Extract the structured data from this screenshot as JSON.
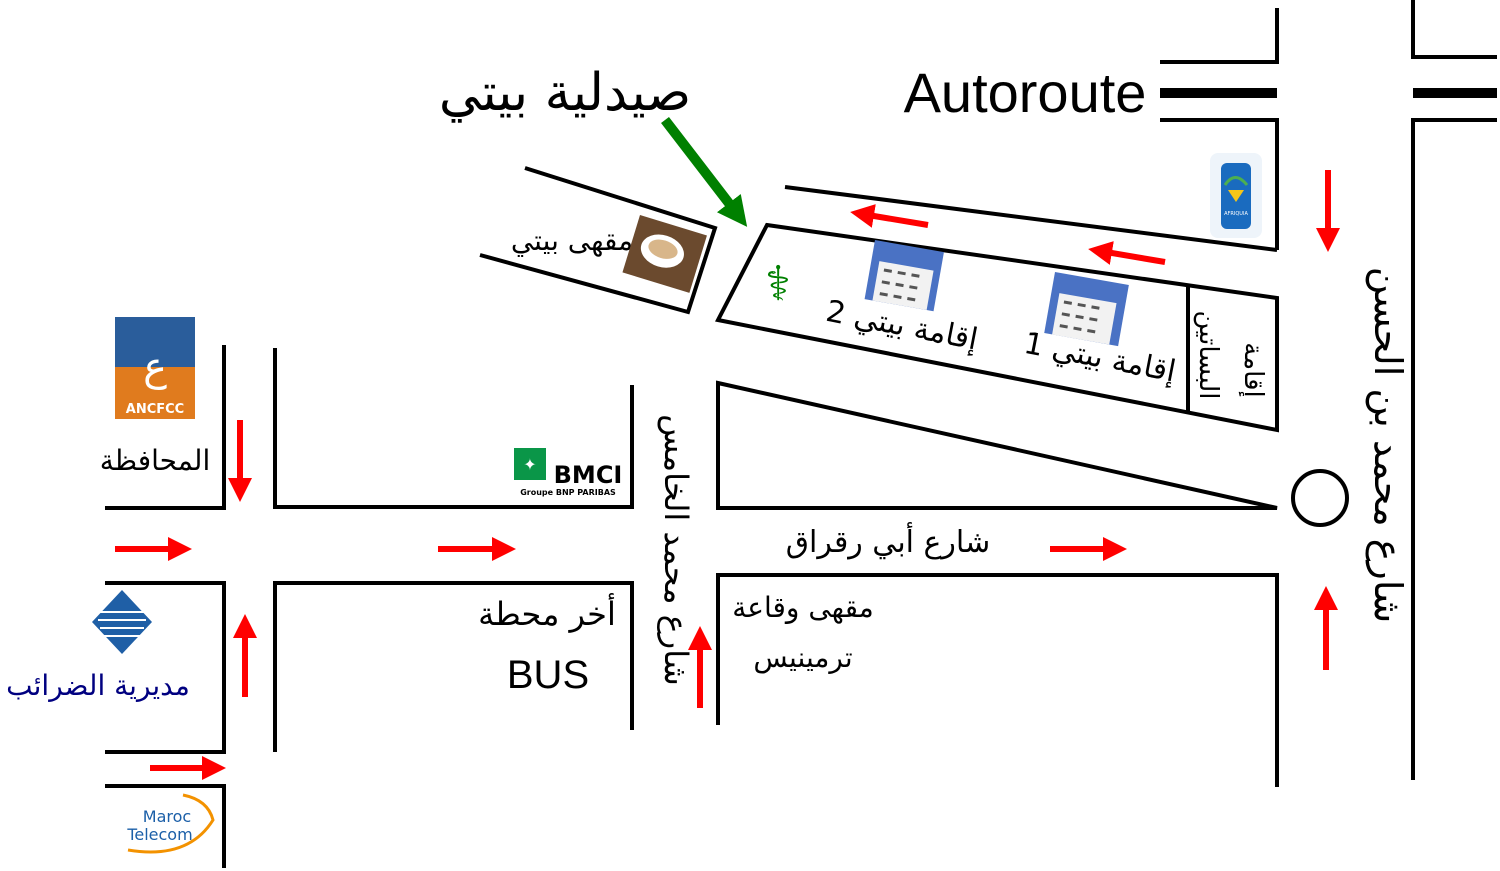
{
  "title": "صيدلية بيتي",
  "labels": {
    "autoroute": "Autoroute",
    "cafe_baiti": "مقهى بيتي",
    "residence_2": "إقامة بيتي 2",
    "residence_1": "إقامة بيتي 1",
    "residence_bassatine_1": "إقامة",
    "residence_bassatine_2": "البساتين",
    "street_mohammed_ben_hassan": "شارع محمد بن الحسن",
    "street_mohammed_v": "شارع محمد الخامس",
    "street_abi_raqraq": "شارع أبي رقراق",
    "prefecture": "المحافظة",
    "tax_directorate": "مديرية الضرائب",
    "last_stop_line1": "أخر محطة",
    "last_stop_line2": "BUS",
    "cafe_terminus_line1": "مقهى وقاعة",
    "cafe_terminus_line2": "ترمينيس"
  },
  "logos": {
    "ancfcc": "ANCFCC",
    "bmci": "BMCI",
    "bmci_sub": "Groupe BNP PARIBAS",
    "afriquia": "AFRIQUIA",
    "maroc_telecom_1": "Maroc",
    "maroc_telecom_2": "Telecom"
  },
  "colors": {
    "arrow": "#ff0000",
    "pharmacy": "#008000",
    "tax": "#000080"
  }
}
